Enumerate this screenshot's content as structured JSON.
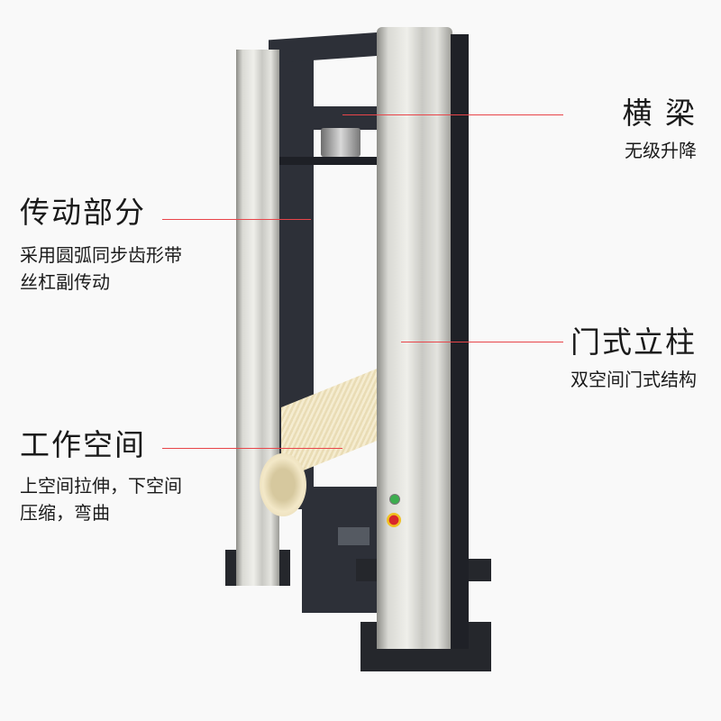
{
  "callouts": {
    "crossbeam": {
      "title": "横 梁",
      "description": "无级升降"
    },
    "transmission": {
      "title": "传动部分",
      "description_lines": [
        "采用圆弧同步齿形带",
        "丝杠副传动"
      ]
    },
    "column": {
      "title": "门式立柱",
      "description": "双空间门式结构"
    },
    "workspace": {
      "title": "工作空间",
      "description_lines": [
        "上空间拉伸，下空间",
        "压缩，弯曲"
      ]
    }
  },
  "colors": {
    "leader_line": "#e8454a",
    "frame_dark": "#2d3038",
    "pipe": "#efe3c0"
  }
}
